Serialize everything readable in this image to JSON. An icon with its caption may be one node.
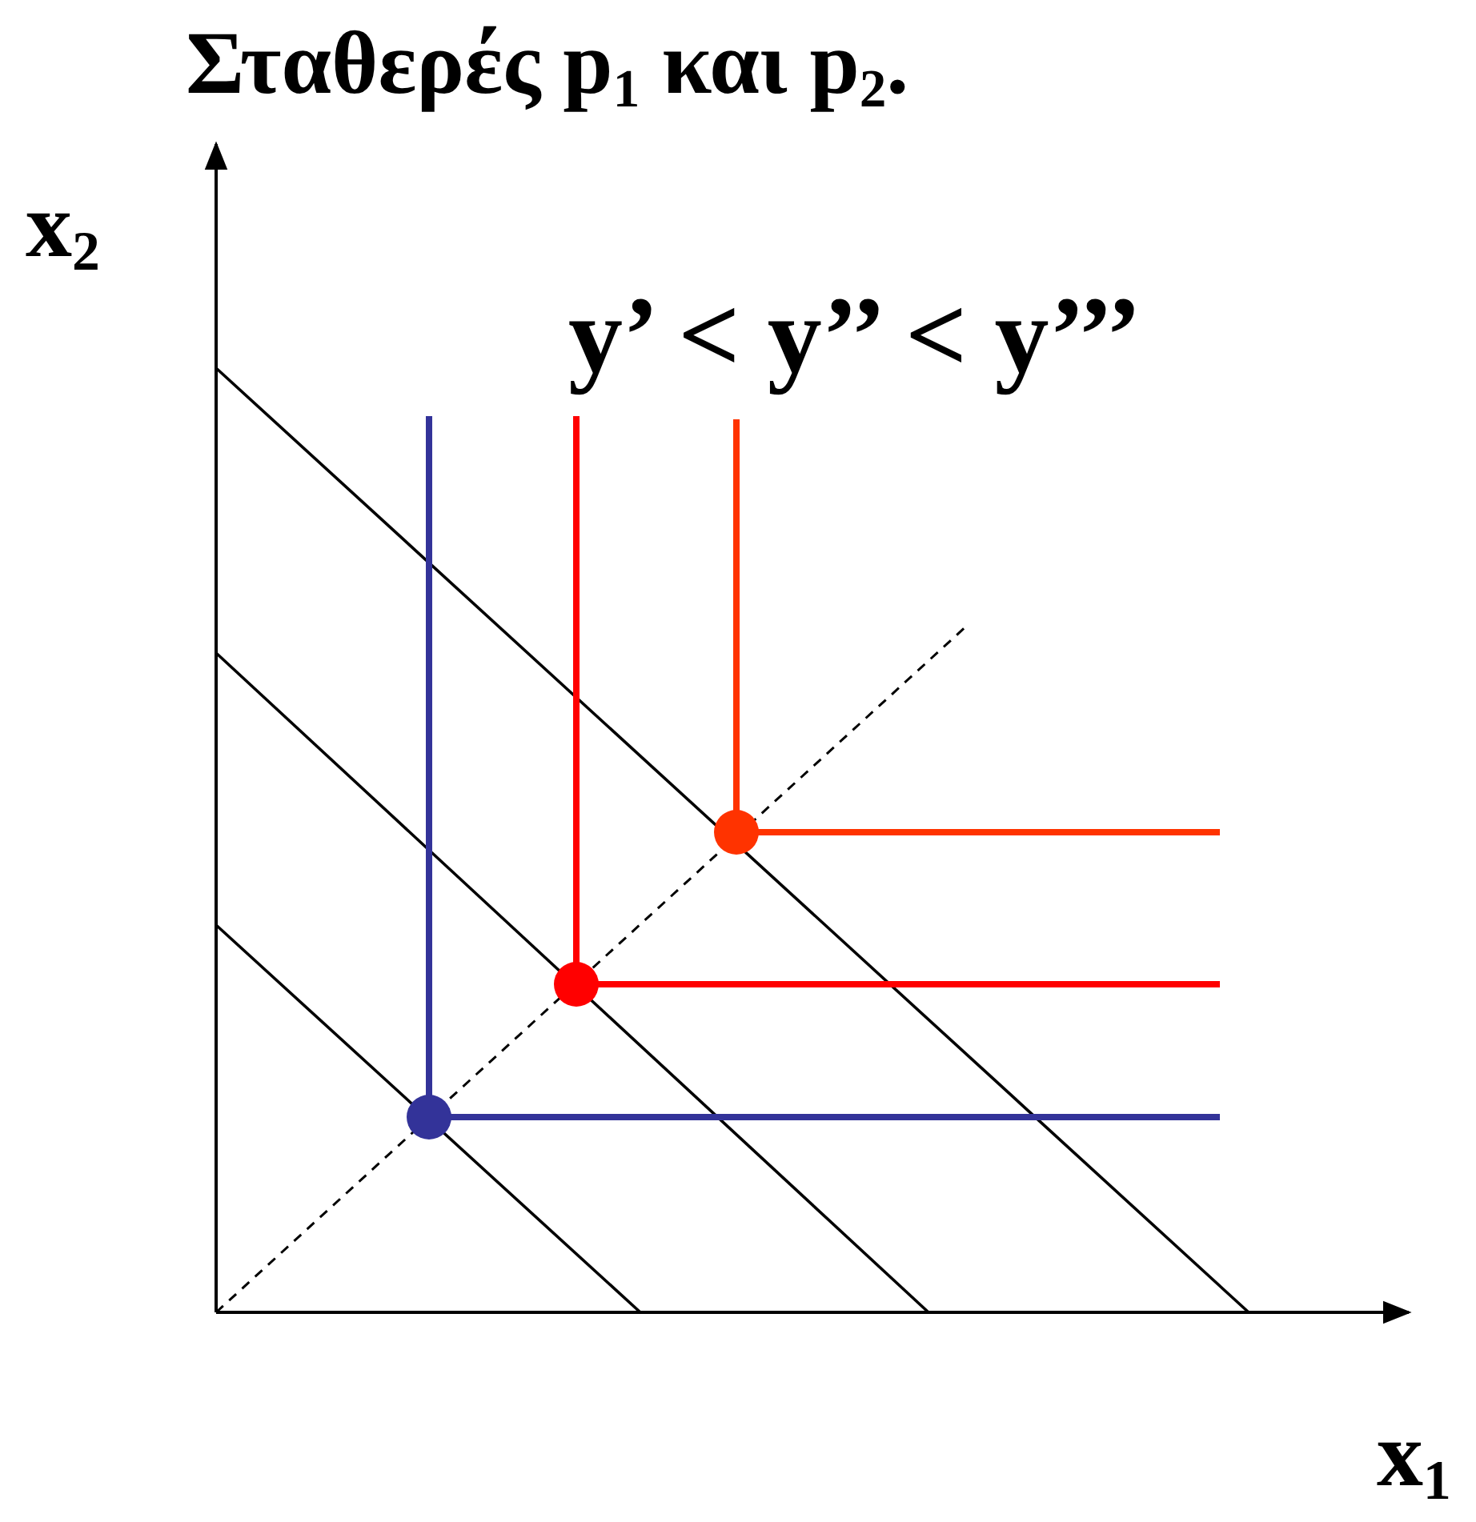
{
  "diagram": {
    "title": "Σταθερές p$_{1}$ και p$_{2}$.",
    "labels": [
      "x$_{2}$",
      "y’ < y’’ < y’’’",
      "x$_{1}$"
    ]
  }
}
